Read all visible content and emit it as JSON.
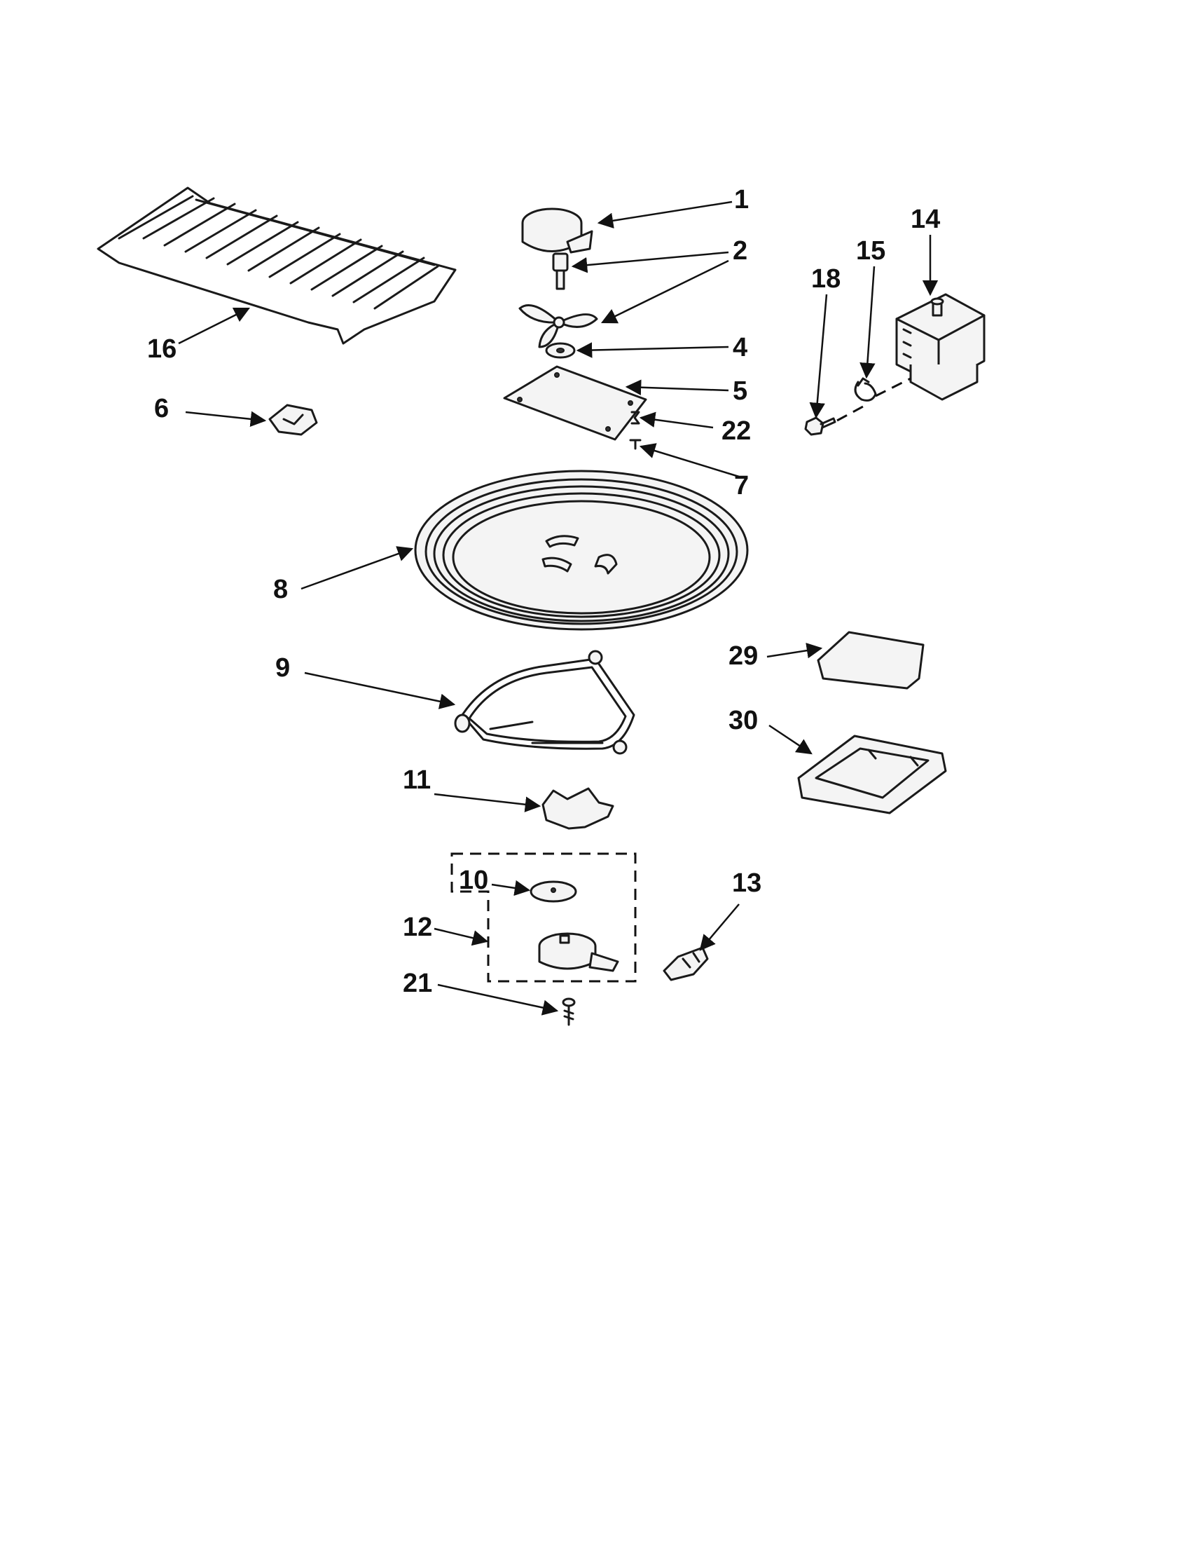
{
  "diagram": {
    "callouts": {
      "c1": "1",
      "c2": "2",
      "c4": "4",
      "c5": "5",
      "c6": "6",
      "c7": "7",
      "c8": "8",
      "c9": "9",
      "c10": "10",
      "c11": "11",
      "c12": "12",
      "c13": "13",
      "c14": "14",
      "c15": "15",
      "c16": "16",
      "c18": "18",
      "c21": "21",
      "c22": "22",
      "c29": "29",
      "c30": "30"
    }
  }
}
